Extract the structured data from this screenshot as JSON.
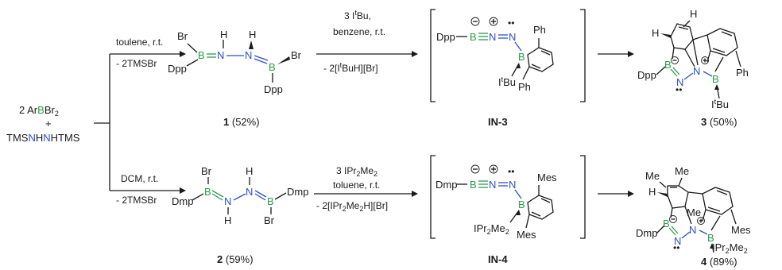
{
  "reactant": {
    "coef": "2",
    "ar": "Ar",
    "b": "B",
    "br2": "Br",
    "br2_sub": "2",
    "plus": "+",
    "tms1": "TMS",
    "n1": "N",
    "h1": "H",
    "n2": "N",
    "h2tms": "HTMS"
  },
  "top": {
    "cond1": "toulene, r.t.",
    "cond2": "- 2TMSBr",
    "label_1_num": "1",
    "label_1_yield": "(52%)",
    "reagent_line1": "3 I",
    "reagent_line1_sup": "t",
    "reagent_line1_end": "Bu,",
    "reagent_line2": "benzene, r.t.",
    "reagent_line3": "- 2[I",
    "reagent_line3_sup": "t",
    "reagent_line3_end": "BuH][Br]",
    "int_label": "IN-3",
    "prod_num": "3",
    "prod_yield": "(50%)"
  },
  "bottom": {
    "cond1": "DCM, r.t.",
    "cond2": "- 2TMSBr",
    "label_2_num": "2",
    "label_2_yield": "(59%)",
    "reagent_line1": "3 IPr",
    "reagent_line1_sub1": "2",
    "reagent_line1_mid": "Me",
    "reagent_line1_sub2": "2",
    "reagent_line2": "toluene, r.t.",
    "reagent_line3": "- 2[IPr",
    "reagent_line3_sub1": "2",
    "reagent_line3_mid": "Me",
    "reagent_line3_sub2": "2",
    "reagent_line3_end": "H][Br]",
    "int_label": "IN-4",
    "prod_num": "4",
    "prod_yield": "(89%)"
  },
  "atoms": {
    "br": "Br",
    "b": "B",
    "n": "N",
    "h": "H",
    "dpp": "Dpp",
    "dmp": "Dmp",
    "ph": "Ph",
    "mes": "Mes",
    "me": "Me",
    "i": "I",
    "t": "t",
    "bu": "Bu",
    "ipr": "IPr",
    "two": "2",
    "minus": "−",
    "plus": "+",
    "lonepair": "••"
  },
  "colors": {
    "boron": "#2a9d4a",
    "nitrogen": "#2a50c8",
    "black": "#1a1a1a"
  }
}
